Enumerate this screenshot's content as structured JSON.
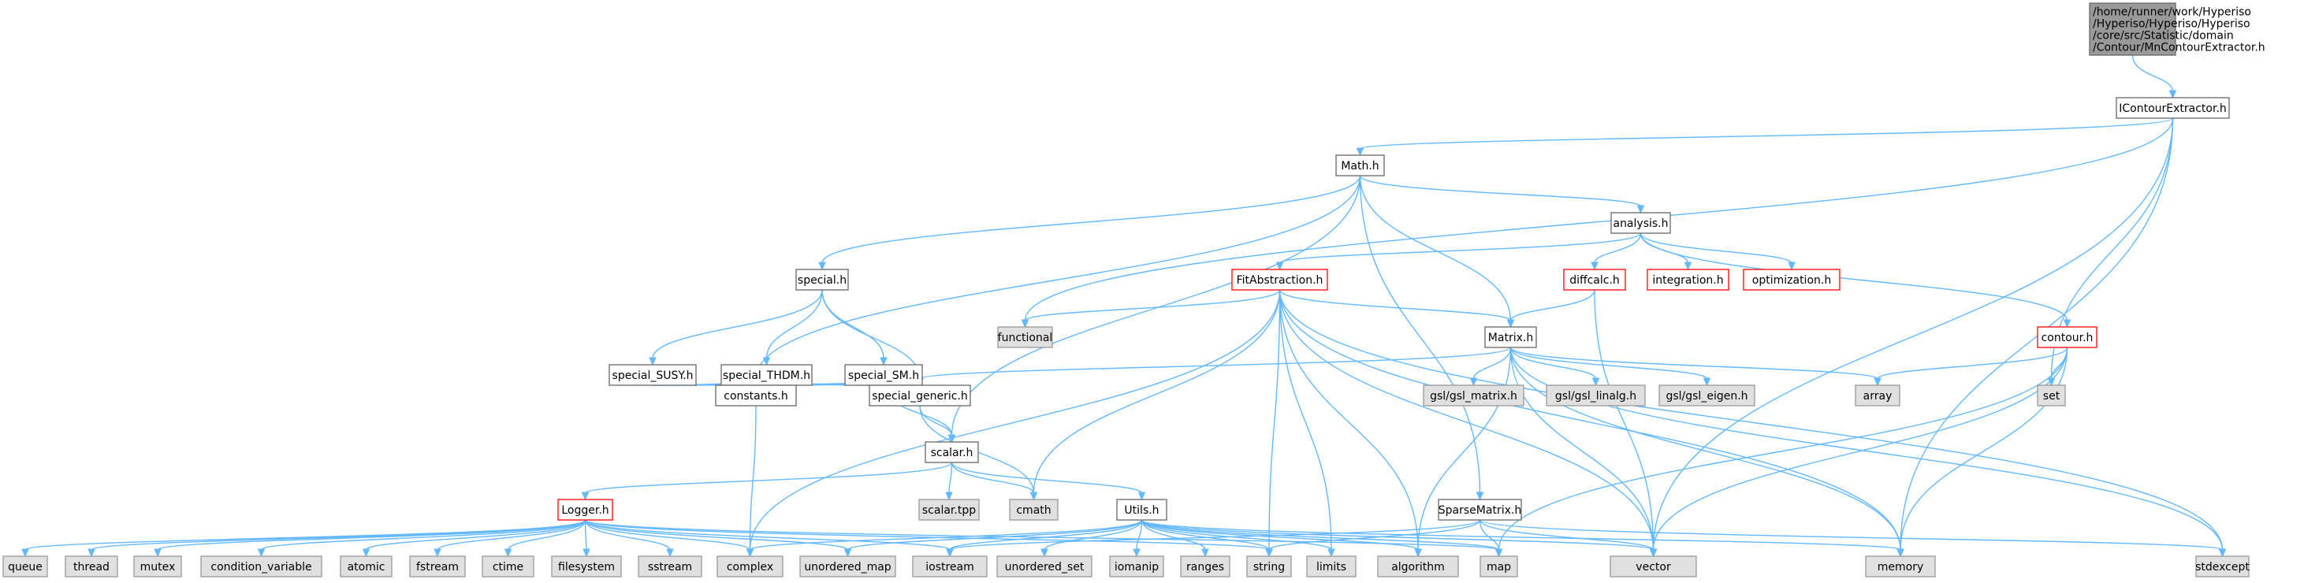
{
  "diagram": {
    "title": "",
    "colors": {
      "edge": "#63b8ff",
      "root_fill": "#999999",
      "normal_fill": "#ffffff",
      "normal_border": "#666666",
      "system_fill": "#e0e0e0",
      "system_border": "#999999",
      "truncated_border": "#ff0000"
    },
    "nodes": [
      {
        "id": "root",
        "kind": "root",
        "lines": [
          "/home/runner/work/Hyperiso",
          "/Hyperiso/Hyperiso/Hyperiso",
          "/core/src/Statistic/domain",
          "/Contour/MnContourExtractor.h"
        ]
      },
      {
        "id": "icontour",
        "kind": "normal",
        "lines": [
          "IContourExtractor.h"
        ]
      },
      {
        "id": "math",
        "kind": "normal",
        "lines": [
          "Math.h"
        ]
      },
      {
        "id": "analysis",
        "kind": "normal",
        "lines": [
          "analysis.h"
        ]
      },
      {
        "id": "fitabs",
        "kind": "truncated",
        "lines": [
          "FitAbstraction.h"
        ]
      },
      {
        "id": "diffcalc",
        "kind": "truncated",
        "lines": [
          "diffcalc.h"
        ]
      },
      {
        "id": "integration",
        "kind": "truncated",
        "lines": [
          "integration.h"
        ]
      },
      {
        "id": "optimization",
        "kind": "truncated",
        "lines": [
          "optimization.h"
        ]
      },
      {
        "id": "special",
        "kind": "normal",
        "lines": [
          "special.h"
        ]
      },
      {
        "id": "functional",
        "kind": "system",
        "lines": [
          "functional"
        ]
      },
      {
        "id": "matrix",
        "kind": "normal",
        "lines": [
          "Matrix.h"
        ]
      },
      {
        "id": "contour",
        "kind": "truncated",
        "lines": [
          "contour.h"
        ]
      },
      {
        "id": "susy",
        "kind": "normal",
        "lines": [
          "special_SUSY.h"
        ]
      },
      {
        "id": "thdm",
        "kind": "normal",
        "lines": [
          "special_THDM.h"
        ]
      },
      {
        "id": "sm",
        "kind": "normal",
        "lines": [
          "special_SM.h"
        ]
      },
      {
        "id": "constants",
        "kind": "normal",
        "lines": [
          "constants.h"
        ]
      },
      {
        "id": "generic",
        "kind": "normal",
        "lines": [
          "special_generic.h"
        ]
      },
      {
        "id": "gslmatrix",
        "kind": "system",
        "lines": [
          "gsl/gsl_matrix.h"
        ]
      },
      {
        "id": "gsllinalg",
        "kind": "system",
        "lines": [
          "gsl/gsl_linalg.h"
        ]
      },
      {
        "id": "gsleigen",
        "kind": "system",
        "lines": [
          "gsl/gsl_eigen.h"
        ]
      },
      {
        "id": "array",
        "kind": "system",
        "lines": [
          "array"
        ]
      },
      {
        "id": "set",
        "kind": "system",
        "lines": [
          "set"
        ]
      },
      {
        "id": "scalar",
        "kind": "normal",
        "lines": [
          "scalar.h"
        ]
      },
      {
        "id": "scalartpp",
        "kind": "system",
        "lines": [
          "scalar.tpp"
        ]
      },
      {
        "id": "cmath",
        "kind": "system",
        "lines": [
          "cmath"
        ]
      },
      {
        "id": "logger",
        "kind": "truncated",
        "lines": [
          "Logger.h"
        ]
      },
      {
        "id": "utils",
        "kind": "normal",
        "lines": [
          "Utils.h"
        ]
      },
      {
        "id": "sparse",
        "kind": "normal",
        "lines": [
          "SparseMatrix.h"
        ]
      },
      {
        "id": "queue",
        "kind": "system",
        "lines": [
          "queue"
        ]
      },
      {
        "id": "thread",
        "kind": "system",
        "lines": [
          "thread"
        ]
      },
      {
        "id": "mutex",
        "kind": "system",
        "lines": [
          "mutex"
        ]
      },
      {
        "id": "condvar",
        "kind": "system",
        "lines": [
          "condition_variable"
        ]
      },
      {
        "id": "atomic",
        "kind": "system",
        "lines": [
          "atomic"
        ]
      },
      {
        "id": "fstream",
        "kind": "system",
        "lines": [
          "fstream"
        ]
      },
      {
        "id": "ctime",
        "kind": "system",
        "lines": [
          "ctime"
        ]
      },
      {
        "id": "filesystem",
        "kind": "system",
        "lines": [
          "filesystem"
        ]
      },
      {
        "id": "sstream",
        "kind": "system",
        "lines": [
          "sstream"
        ]
      },
      {
        "id": "complex",
        "kind": "system",
        "lines": [
          "complex"
        ]
      },
      {
        "id": "umap",
        "kind": "system",
        "lines": [
          "unordered_map"
        ]
      },
      {
        "id": "iostream",
        "kind": "system",
        "lines": [
          "iostream"
        ]
      },
      {
        "id": "uset",
        "kind": "system",
        "lines": [
          "unordered_set"
        ]
      },
      {
        "id": "iomanip",
        "kind": "system",
        "lines": [
          "iomanip"
        ]
      },
      {
        "id": "ranges",
        "kind": "system",
        "lines": [
          "ranges"
        ]
      },
      {
        "id": "string",
        "kind": "system",
        "lines": [
          "string"
        ]
      },
      {
        "id": "limits",
        "kind": "system",
        "lines": [
          "limits"
        ]
      },
      {
        "id": "algorithm",
        "kind": "system",
        "lines": [
          "algorithm"
        ]
      },
      {
        "id": "map",
        "kind": "system",
        "lines": [
          "map"
        ]
      },
      {
        "id": "vector",
        "kind": "system",
        "lines": [
          "vector"
        ]
      },
      {
        "id": "memory",
        "kind": "system",
        "lines": [
          "memory"
        ]
      },
      {
        "id": "stdexcept",
        "kind": "system",
        "lines": [
          "stdexcept"
        ]
      }
    ],
    "edges": [
      [
        "root",
        "icontour"
      ],
      [
        "icontour",
        "math"
      ],
      [
        "icontour",
        "functional"
      ],
      [
        "icontour",
        "set"
      ],
      [
        "icontour",
        "vector"
      ],
      [
        "icontour",
        "memory"
      ],
      [
        "math",
        "analysis"
      ],
      [
        "math",
        "special"
      ],
      [
        "math",
        "matrix"
      ],
      [
        "math",
        "sparse"
      ],
      [
        "math",
        "scalar"
      ],
      [
        "math",
        "constants"
      ],
      [
        "analysis",
        "fitabs"
      ],
      [
        "analysis",
        "diffcalc"
      ],
      [
        "analysis",
        "integration"
      ],
      [
        "analysis",
        "optimization"
      ],
      [
        "analysis",
        "contour"
      ],
      [
        "special",
        "susy"
      ],
      [
        "special",
        "thdm"
      ],
      [
        "special",
        "sm"
      ],
      [
        "special",
        "generic"
      ],
      [
        "susy",
        "constants"
      ],
      [
        "susy",
        "generic"
      ],
      [
        "thdm",
        "constants"
      ],
      [
        "thdm",
        "generic"
      ],
      [
        "sm",
        "constants"
      ],
      [
        "sm",
        "generic"
      ],
      [
        "sm",
        "scalar"
      ],
      [
        "constants",
        "complex"
      ],
      [
        "generic",
        "scalar"
      ],
      [
        "generic",
        "cmath"
      ],
      [
        "fitabs",
        "functional"
      ],
      [
        "fitabs",
        "matrix"
      ],
      [
        "fitabs",
        "cmath"
      ],
      [
        "fitabs",
        "complex"
      ],
      [
        "fitabs",
        "string"
      ],
      [
        "fitabs",
        "limits"
      ],
      [
        "fitabs",
        "algorithm"
      ],
      [
        "fitabs",
        "vector"
      ],
      [
        "fitabs",
        "memory"
      ],
      [
        "fitabs",
        "stdexcept"
      ],
      [
        "diffcalc",
        "matrix"
      ],
      [
        "diffcalc",
        "vector"
      ],
      [
        "matrix",
        "generic"
      ],
      [
        "matrix",
        "gslmatrix"
      ],
      [
        "matrix",
        "gsllinalg"
      ],
      [
        "matrix",
        "gsleigen"
      ],
      [
        "matrix",
        "array"
      ],
      [
        "matrix",
        "vector"
      ],
      [
        "matrix",
        "memory"
      ],
      [
        "matrix",
        "algorithm"
      ],
      [
        "matrix",
        "stdexcept"
      ],
      [
        "contour",
        "array"
      ],
      [
        "contour",
        "set"
      ],
      [
        "contour",
        "vector"
      ],
      [
        "contour",
        "memory"
      ],
      [
        "contour",
        "map"
      ],
      [
        "scalar",
        "scalartpp"
      ],
      [
        "scalar",
        "cmath"
      ],
      [
        "scalar",
        "logger"
      ],
      [
        "scalar",
        "utils"
      ],
      [
        "logger",
        "queue"
      ],
      [
        "logger",
        "thread"
      ],
      [
        "logger",
        "mutex"
      ],
      [
        "logger",
        "condvar"
      ],
      [
        "logger",
        "atomic"
      ],
      [
        "logger",
        "fstream"
      ],
      [
        "logger",
        "ctime"
      ],
      [
        "logger",
        "filesystem"
      ],
      [
        "logger",
        "sstream"
      ],
      [
        "logger",
        "complex"
      ],
      [
        "logger",
        "umap"
      ],
      [
        "logger",
        "iostream"
      ],
      [
        "logger",
        "string"
      ],
      [
        "logger",
        "map"
      ],
      [
        "utils",
        "complex"
      ],
      [
        "utils",
        "umap"
      ],
      [
        "utils",
        "iostream"
      ],
      [
        "utils",
        "uset"
      ],
      [
        "utils",
        "iomanip"
      ],
      [
        "utils",
        "ranges"
      ],
      [
        "utils",
        "string"
      ],
      [
        "utils",
        "limits"
      ],
      [
        "utils",
        "algorithm"
      ],
      [
        "utils",
        "map"
      ],
      [
        "utils",
        "vector"
      ],
      [
        "utils",
        "memory"
      ],
      [
        "sparse",
        "iostream"
      ],
      [
        "sparse",
        "string"
      ],
      [
        "sparse",
        "map"
      ],
      [
        "sparse",
        "vector"
      ],
      [
        "sparse",
        "stdexcept"
      ]
    ]
  }
}
